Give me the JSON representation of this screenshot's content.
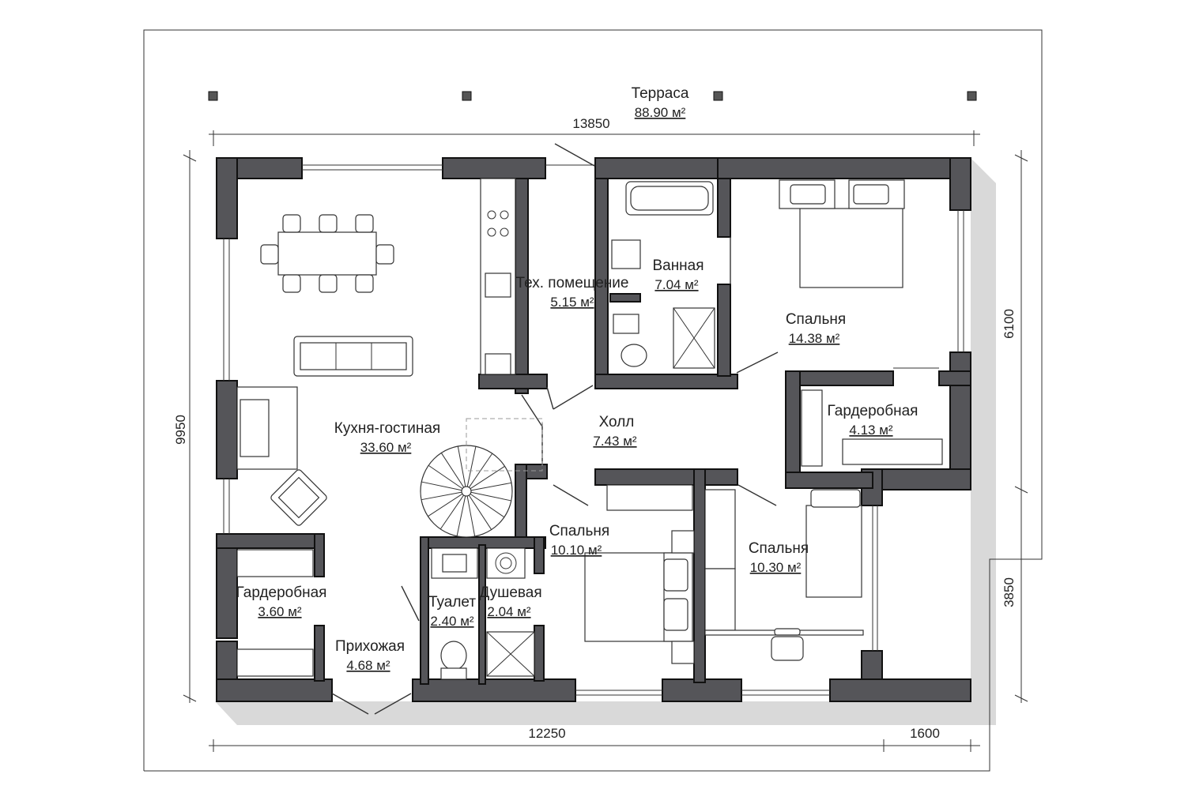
{
  "plan": {
    "rooms": [
      {
        "id": "terrace",
        "name": "Терраса",
        "area": "88.90 м²"
      },
      {
        "id": "kitchen",
        "name": "Кухня-гостиная",
        "area": "33.60 м²"
      },
      {
        "id": "tech",
        "name": "Тех. помещение",
        "area": "5.15 м²"
      },
      {
        "id": "bathroom",
        "name": "Ванная",
        "area": "7.04 м²"
      },
      {
        "id": "bedroom1",
        "name": "Спальня",
        "area": "14.38 м²"
      },
      {
        "id": "hall",
        "name": "Холл",
        "area": "7.43 м²"
      },
      {
        "id": "wardrobe1",
        "name": "Гардеробная",
        "area": "4.13 м²"
      },
      {
        "id": "bedroom2",
        "name": "Спальня",
        "area": "10.10 м²"
      },
      {
        "id": "bedroom3",
        "name": "Спальня",
        "area": "10.30 м²"
      },
      {
        "id": "wardrobe2",
        "name": "Гардеробная",
        "area": "3.60 м²"
      },
      {
        "id": "toilet",
        "name": "Туалет",
        "area": "2.40 м²"
      },
      {
        "id": "shower",
        "name": "Душевая",
        "area": "2.04 м²"
      },
      {
        "id": "entrance",
        "name": "Прихожая",
        "area": "4.68 м²"
      }
    ],
    "dimensions": {
      "top_width": "13850",
      "left_height": "9950",
      "right_upper": "6100",
      "right_lower": "3850",
      "bottom_main": "12250",
      "bottom_right": "1600"
    }
  }
}
